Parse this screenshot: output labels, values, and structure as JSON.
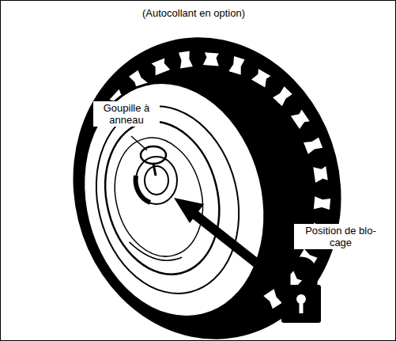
{
  "diagram": {
    "labels": [
      "(Autocollant en option)",
      "Goupille à anneau",
      "Position de blo- cage"
    ]
  }
}
